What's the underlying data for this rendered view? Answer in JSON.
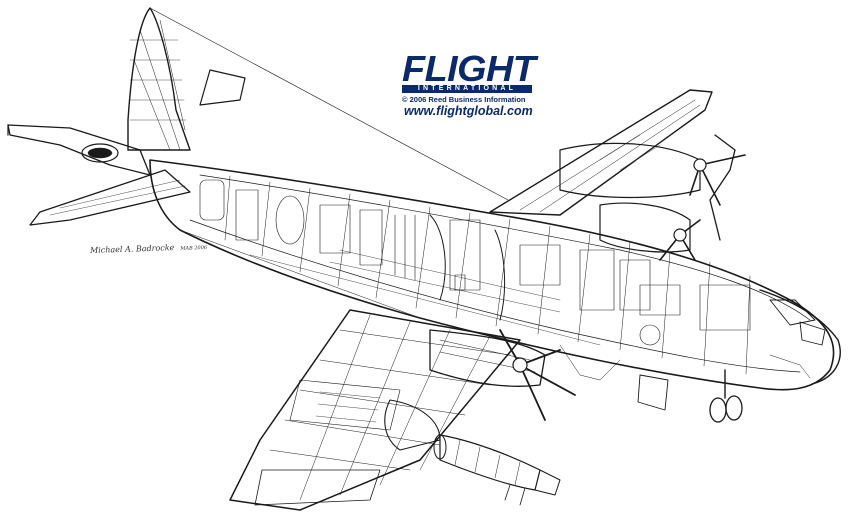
{
  "logo": {
    "wordmark": "FLIGHT",
    "subline": "INTERNATIONAL",
    "copyright": "© 2006 Reed Business Information",
    "url": "www.flightglobal.com",
    "color": "#0a2a6b"
  },
  "signature": {
    "name": "Michael A. Badrocke",
    "note": "MAB 2006"
  },
  "illustration": {
    "subject": "four-engine turboprop aircraft cutaway",
    "line_color": "#1a1a1a",
    "fill_color": "#ffffff"
  }
}
